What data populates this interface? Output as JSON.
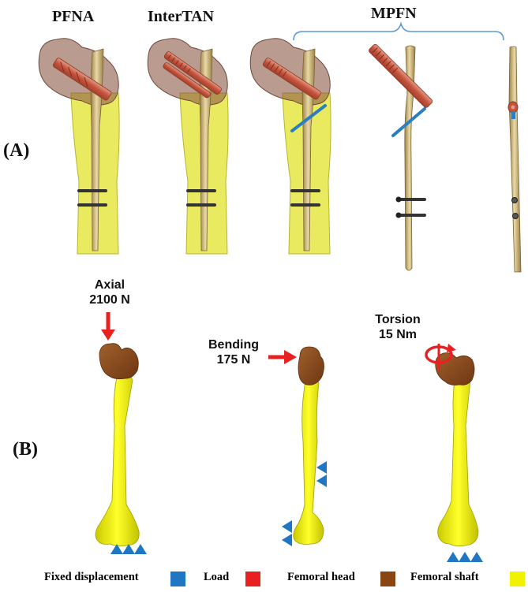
{
  "panel_a": {
    "tag": "(A)",
    "implants": [
      "PFNA",
      "InterTAN",
      "MPFN"
    ]
  },
  "panel_b": {
    "tag": "(B)",
    "loads": {
      "axial": {
        "name": "Axial",
        "value": "2100 N"
      },
      "bending": {
        "name": "Bending",
        "value": "175 N"
      },
      "torsion": {
        "name": "Torsion",
        "value": "15 Nm"
      }
    }
  },
  "legend": [
    {
      "label": "Fixed displacement",
      "color": "#1f77c4"
    },
    {
      "label": "Load",
      "color": "#e82020"
    },
    {
      "label": "Femoral head",
      "color": "#8b4513"
    },
    {
      "label": "Femoral shaft",
      "color": "#f2f200"
    }
  ],
  "colors": {
    "bone_shaft": "#e8e800",
    "bone_head": "#8b4a1c",
    "translucent_shaft": "#e0e040",
    "translucent_head": "#8a5a45",
    "nail": "#c8a860",
    "blade": "#d06a55",
    "screw_blue": "#2a7fc0",
    "bolt": "#333333",
    "bracket": "#5b9bd5"
  }
}
